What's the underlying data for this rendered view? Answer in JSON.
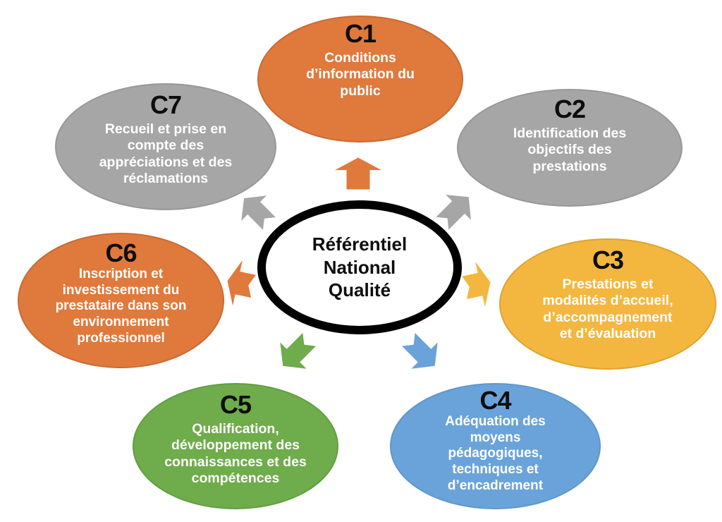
{
  "title": "Référentiel National Qualité",
  "background_color": "#FFFFFF",
  "center": {
    "label": "Référentiel\nNational\nQualité",
    "fill": "#FFFFFF",
    "border_color": "#000000",
    "text_color": "#0D0D0D"
  },
  "palette": {
    "orange": "#E0793C",
    "orange_edge": "#C96B33",
    "gray": "#A6A6A6",
    "gray_edge": "#989898",
    "gold": "#F3B73F",
    "gold_edge": "#DDA42F",
    "blue": "#6AA3DA",
    "blue_edge": "#5E97CE",
    "green": "#6FAC4B",
    "green_edge": "#639E41",
    "id_text": "#0D0D0D",
    "body_text": "#FFFFFF"
  },
  "criteria": [
    {
      "id": "C1",
      "label": "Conditions\nd’information du\npublic",
      "color": "#E0793C",
      "edge": "#C96B33",
      "position": "top"
    },
    {
      "id": "C2",
      "label": "Identification des\nobjectifs des\nprestations",
      "color": "#A6A6A6",
      "edge": "#989898",
      "position": "top-right"
    },
    {
      "id": "C3",
      "label": "Prestations et\nmodalités d’accueil,\nd’accompagnement\net d’évaluation",
      "color": "#F3B73F",
      "edge": "#DDA42F",
      "position": "right"
    },
    {
      "id": "C4",
      "label": "Adéquation des\nmoyens\npédagogiques,\ntechniques et\nd’encadrement",
      "color": "#6AA3DA",
      "edge": "#5E97CE",
      "position": "bottom-right"
    },
    {
      "id": "C5",
      "label": "Qualification,\ndéveloppement des\nconnaissances et des\ncompétences",
      "color": "#6FAC4B",
      "edge": "#639E41",
      "position": "bottom-left"
    },
    {
      "id": "C6",
      "label": "Inscription et\ninvestissement du\nprestataire dans son\nenvironnement\nprofessionnel",
      "color": "#E0793C",
      "edge": "#C96B33",
      "position": "left"
    },
    {
      "id": "C7",
      "label": "Recueil et prise en\ncompte des\nappréciations et des\nréclamations",
      "color": "#A6A6A6",
      "edge": "#989898",
      "position": "top-left"
    }
  ],
  "arrows": [
    {
      "target": "C1",
      "direction": "up",
      "color": "#E0793C"
    },
    {
      "target": "C2",
      "direction": "up-right",
      "color": "#A6A6A6"
    },
    {
      "target": "C3",
      "direction": "right",
      "color": "#F3B73F"
    },
    {
      "target": "C4",
      "direction": "down-right",
      "color": "#6AA3DA"
    },
    {
      "target": "C5",
      "direction": "down-left",
      "color": "#6FAC4B"
    },
    {
      "target": "C6",
      "direction": "left",
      "color": "#E0793C"
    },
    {
      "target": "C7",
      "direction": "up-left",
      "color": "#A6A6A6"
    }
  ]
}
